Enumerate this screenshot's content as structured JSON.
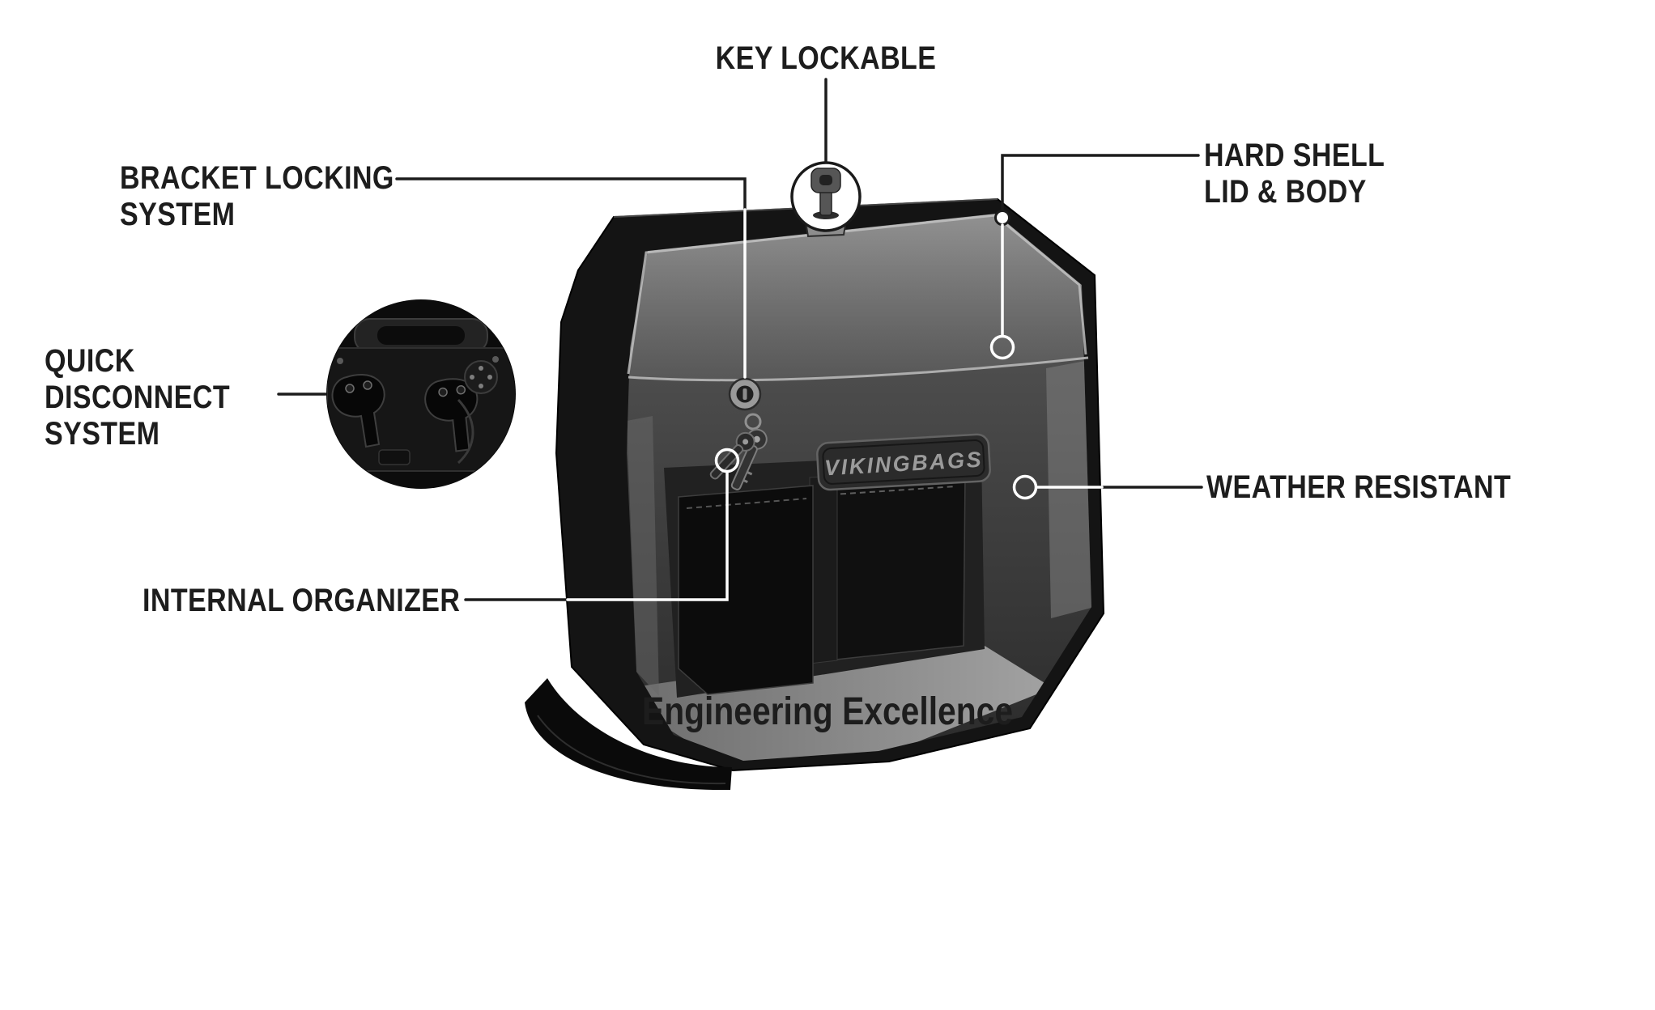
{
  "callouts": {
    "key_lockable": "KEY LOCKABLE",
    "bracket_locking_system": "BRACKET LOCKING\nSYSTEM",
    "hard_shell_lid_body": "HARD SHELL\nLID & BODY",
    "quick_disconnect_system": "QUICK\nDISCONNECT\nSYSTEM",
    "weather_resistant": "WEATHER RESISTANT",
    "internal_organizer": "INTERNAL ORGANIZER"
  },
  "product": {
    "brand_plate_label": "VIKINGBAGS"
  },
  "footer": {
    "tagline": "Engineering Excellence"
  },
  "colors": {
    "background": "#ffffff",
    "text": "#1d1d1d",
    "leader_line_dark": "#1c1c1c",
    "leader_line_light": "#ffffff",
    "bag_shell": "#141414",
    "bag_interior_light": "#8f8f8f"
  }
}
